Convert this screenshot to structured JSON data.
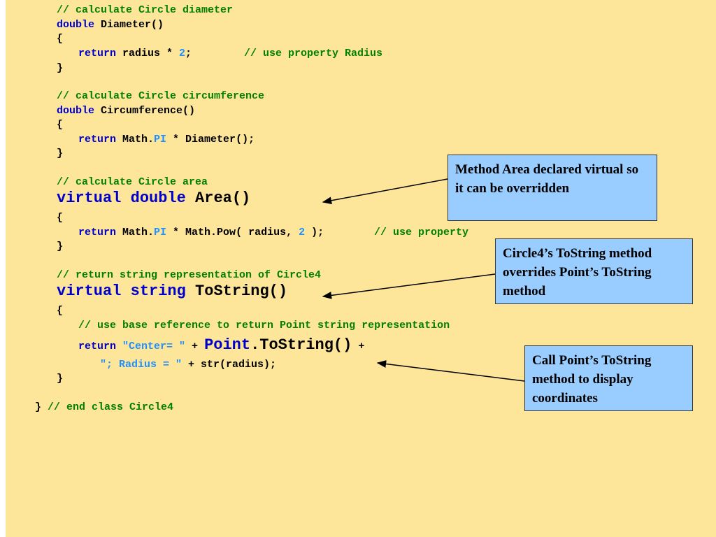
{
  "code": {
    "line1_comment": "// calculate Circle diameter",
    "line2_kw": "double",
    "line2_rest": " Diameter()",
    "line3": "{",
    "line4_kw": "return",
    "line4_mid": " radius * ",
    "line4_num": "2",
    "line4_semi": ";",
    "line4_comment": "// use property Radius",
    "line5": "}",
    "line6_comment": "// calculate Circle circumference",
    "line7_kw": "double",
    "line7_rest": " Circumference()",
    "line8": "{",
    "line9_kw": "return",
    "line9_mid": " Math.",
    "line9_pi": "PI",
    "line9_rest": " * Diameter();",
    "line10": "}",
    "line11_comment": "// calculate Circle area",
    "line12_kw": "virtual double",
    "line12_rest": " Area()",
    "line13": "{",
    "line14_kw": "return",
    "line14_mid": " Math.",
    "line14_pi": "PI",
    "line14_rest1": " * Math.Pow( radius, ",
    "line14_num": "2",
    "line14_rest2": " );",
    "line14_comment": "// use property",
    "line15": "}",
    "line16_comment": "// return string representation of Circle4",
    "line17_kw": "virtual string",
    "line17_rest": " ToString()",
    "line18": "{",
    "line19_comment": "// use base reference to return Point string representation",
    "line20_kw": "return",
    "line20_str": "\"Center= \"",
    "line20_plus": " + ",
    "line20_point": "Point",
    "line20_rest": ".ToString()",
    "line20_plus2": " +",
    "line21_str": "\"; Radius = \"",
    "line21_rest": " + str(radius);",
    "line22": "}",
    "line23_brace": "}",
    "line23_comment": " // end class Circle4"
  },
  "callouts": {
    "area": "Method Area declared virtual so it can be overridden",
    "tostring": "Circle4’s ToString method overrides Point’s ToString method",
    "point": "Call Point’s ToString method to display coordinates"
  },
  "colors": {
    "background": "#fde59a",
    "keyword": "#0000cc",
    "comment": "#008000",
    "literal": "#1e90ff",
    "callout": "#99ccff"
  }
}
